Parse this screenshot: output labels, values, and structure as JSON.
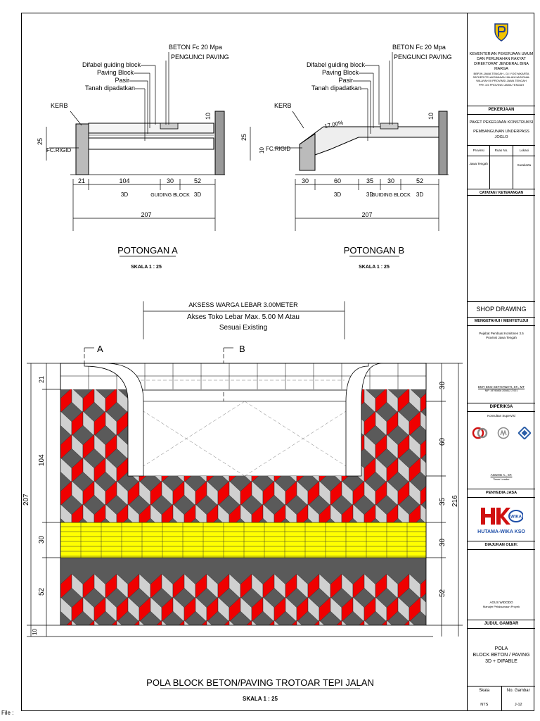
{
  "section_a": {
    "labels": [
      "BETON Fc 20 Mpa",
      "PENGUNCI PAVING",
      "Difabel guiding block",
      "Paving Block",
      "Pasir",
      "Tanah dipadatkan"
    ],
    "kerb": "KERB",
    "fc_rigid": "FC.RIGID",
    "dim_height_left": "25",
    "dim_height_right": "10",
    "dims": [
      "21",
      "104",
      "30",
      "52"
    ],
    "sub_3d_1": "3D",
    "sub_guiding": "GUIDING BLOCK",
    "sub_3d_2": "3D",
    "total": "207",
    "title": "POTONGAN A",
    "scale": "SKALA   1 : 25"
  },
  "section_b": {
    "labels": [
      "BETON Fc 20 Mpa",
      "PENGUNCI PAVING",
      "Difabel guiding block",
      "Paving Block",
      "Pasir",
      "Tanah dipadatkan"
    ],
    "kerb": "KERB",
    "fc_rigid": "FC.RIGID",
    "slope": "17.00%",
    "dim_height_left": "25",
    "dim_height_left2": "10",
    "dim_height_right": "10",
    "dims": [
      "30",
      "60",
      "35",
      "30",
      "52"
    ],
    "sub_3d_1": "3D",
    "sub_3d_2": "3D",
    "sub_guiding": "GUIDING BLOCK",
    "sub_3d_3": "3D",
    "total": "207",
    "title": "POTONGAN B",
    "scale": "SKALA   1 : 25"
  },
  "plan": {
    "access_line1": "AKSESS WARGA LEBAR 3.00METER",
    "access_line2": "Akses Toko Lebar Max. 5.00 M Atau",
    "access_line3": "Sesuai Existing",
    "cut_a": "A",
    "cut_b": "B",
    "left_dims": [
      "21",
      "104",
      "30",
      "52",
      "10"
    ],
    "left_total": "207",
    "right_dims": [
      "30",
      "60",
      "35",
      "30",
      "52"
    ],
    "right_total": "216",
    "title": "POLA BLOCK BETON/PAVING TROTOAR TEPI JALAN",
    "scale": "SKALA   1 : 25",
    "colors": {
      "red": "#f00000",
      "grey": "#9a9a9a",
      "light": "#d0d0d0",
      "yellow": "#ffff00",
      "dark": "#5a5a5a"
    }
  },
  "title_block": {
    "org": [
      "KEMENTERIAN PEKERJAAN UMUM",
      "DAN PERUMAHAN RAKYAT",
      "DIREKTORAT JENDERAL BINA MARGA",
      "BBPJN JAWA TENGAH - D.I YOGYAKARTA",
      "SATKER PELAKSANAAN JALAN NASIONAL",
      "WILAYAH III PROVINSI JAWA TENGAH",
      "PPK 3.5 PROVINSI JAWA TENGAH"
    ],
    "pekerjaan_head": "PEKERJAAN",
    "pekerjaan": [
      "PAKET PEKERJAAN KONSTRUKSI",
      "PEMBANGUNAN UNDERPASS JOGLO"
    ],
    "loc_heads": [
      "Provinsi",
      "Ruas No.",
      "Lokasi"
    ],
    "loc_vals": [
      "Jawa Tengah",
      "",
      "Surakarta"
    ],
    "catatan": "CATATAN / KETERANGAN",
    "shop": "SHOP DRAWING",
    "mengetahui": "MENGETAHUI / MENYETUJUI",
    "pejabat": [
      "Pejabat Pembuat Komitmen 3.5",
      "Provinsi Jawa Tengah"
    ],
    "signer1": "EMY EKO SETIYAWATI, ST., MT",
    "nip1": "NIP. 19790808 200812 2 001",
    "diperiksa": "DIPERIKSA",
    "konsultan": "Konsultan Supervisi",
    "signer2": "AGUNG A., ST.",
    "role2": "Team Leader",
    "penyedia": "PENYEDIA JASA",
    "contractor": "HUTAMA-WIKA KSO",
    "diajukan": "DIAJUKAN OLEH:",
    "signer3": "AGUS WIDODO",
    "role3": "Manajer Pelaksanaan Proyek",
    "judul": "JUDUL GAMBAR",
    "judul_lines": [
      "POLA",
      "BLOCK BETON / PAVING",
      "3D + DIFABLE"
    ],
    "skala_head": "Skala",
    "skala_val": "NTS",
    "no_head": "No. Gambar",
    "no_val": "J-12"
  },
  "file_label": "File :"
}
